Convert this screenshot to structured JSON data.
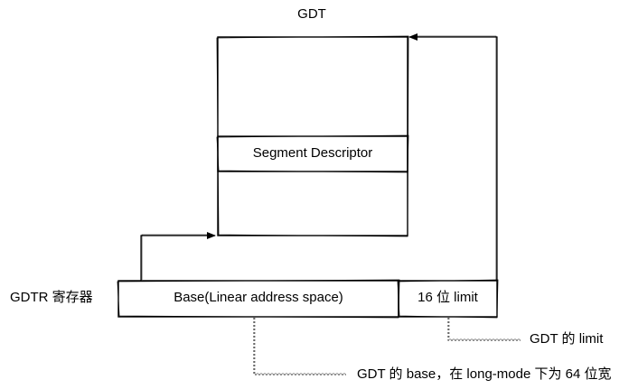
{
  "gdt": {
    "title": "GDT",
    "segment_descriptor": "Segment Descriptor"
  },
  "gdtr": {
    "label": "GDTR 寄存器",
    "base_field": "Base(Linear address space)",
    "limit_field": "16 位 limit"
  },
  "annotations": {
    "limit_note": "GDT 的 limit",
    "base_note": "GDT 的 base，在 long-mode 下为 64 位宽"
  },
  "colors": {
    "stroke": "#000000",
    "dashed": "#555555",
    "background": "#ffffff"
  }
}
